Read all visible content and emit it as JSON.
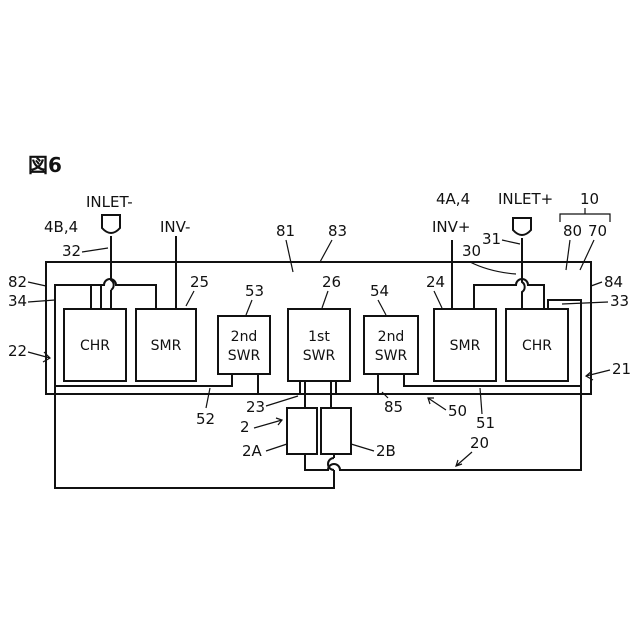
{
  "figure_title": "図6",
  "terminals": {
    "inlet_minus": "INLET-",
    "inlet_minus_ref": "4B,4",
    "inv_minus": "INV-",
    "inlet_plus": "INLET+",
    "inlet_plus_ref": "4A,4",
    "inv_plus": "INV+"
  },
  "blocks": {
    "chr_left": "CHR",
    "smr_left": "SMR",
    "swr2_left": [
      "2nd",
      "SWR"
    ],
    "swr1": [
      "1st",
      "SWR"
    ],
    "swr2_right": [
      "2nd",
      "SWR"
    ],
    "smr_right": "SMR",
    "chr_right": "CHR"
  },
  "refs": {
    "r10": "10",
    "r80": "80",
    "r70": "70",
    "r81": "81",
    "r83": "83",
    "r32": "32",
    "r30": "30",
    "r31": "31",
    "r82": "82",
    "r84": "84",
    "r34": "34",
    "r33": "33",
    "r25": "25",
    "r53": "53",
    "r26": "26",
    "r54": "54",
    "r24": "24",
    "r22": "22",
    "r21": "21",
    "r52": "52",
    "r23": "23",
    "r85": "85",
    "r50": "50",
    "r51": "51",
    "r2": "2",
    "r2A": "2A",
    "r2B": "2B",
    "r20": "20"
  }
}
